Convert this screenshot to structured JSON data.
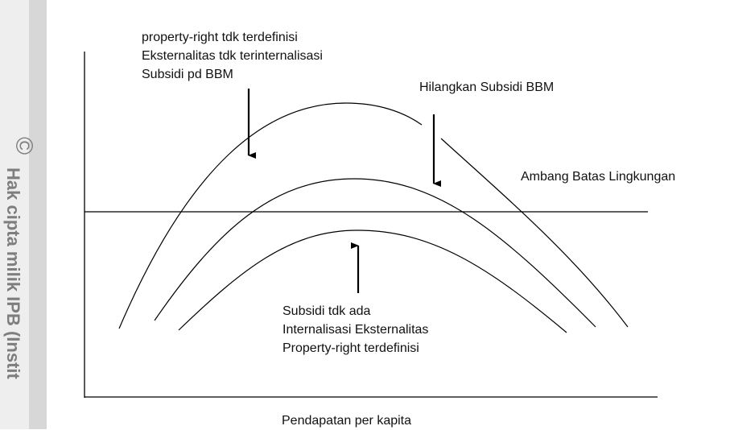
{
  "watermark": {
    "symbol": "©",
    "text": "Hak cipta milik IPB (Instit"
  },
  "diagram": {
    "top_left_annotation": [
      "property-right tdk terdefinisi",
      "Eksternalitas tdk terinternalisasi",
      "Subsidi pd BBM"
    ],
    "remove_subsidy_label": "Hilangkan Subsidi BBM",
    "threshold_label": "Ambang Batas Lingkungan",
    "bottom_annotation": [
      "Subsidi tdk ada",
      "Internalisasi Eksternalitas",
      "Property-right terdefinisi"
    ],
    "x_axis_label": "Pendapatan per kapita"
  }
}
